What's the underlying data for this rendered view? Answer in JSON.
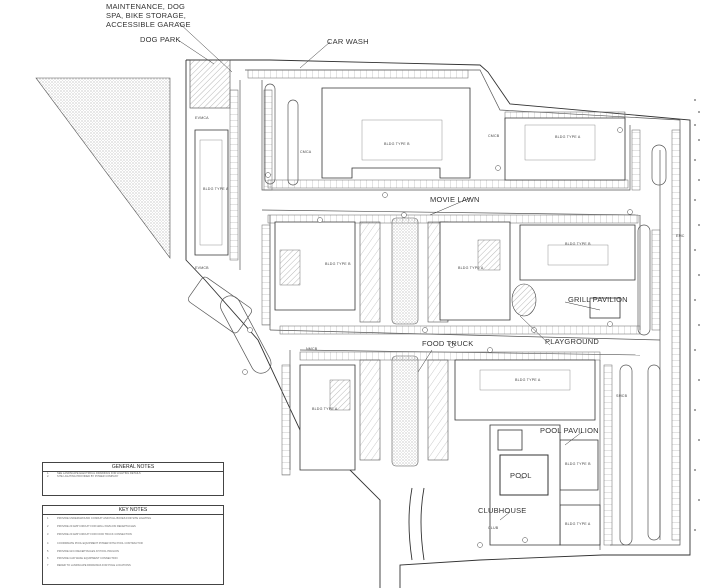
{
  "labels": {
    "maintenance": [
      "MAINTENANCE, DOG",
      "SPA, BIKE STORAGE,",
      "ACCESSIBLE GARAGE"
    ],
    "dog_park": "DOG PARK",
    "car_wash": "CAR WASH",
    "movie_lawn": "MOVIE LAWN",
    "grill_pavilion": "GRILL PAVILION",
    "food_truck": "FOOD TRUCK",
    "playground": "PLAYGROUND",
    "pool_pavilion": "POOL PAVILION",
    "pool": "POOL",
    "clubhouse": "CLUBHOUSE"
  },
  "general_notes": {
    "title": "GENERAL NOTES",
    "lines": [
      "SEE LANDSCAPE ELECTRICAL DRAWINGS FOR LIGHTING DETAILS",
      "SITE LIGHTING PROVIDED BY POWER COMPANY"
    ]
  },
  "key_notes": {
    "title": "KEY NOTES",
    "lines": [
      "PROVIDE UNDERGROUND CONDUIT AND PULL BOXES FOR SITE LIGHTING",
      "PROVIDE 20 AMP CIRCUIT FOR GRILL PAVILION RECEPTACLES",
      "PROVIDE 20 AMP CIRCUIT FOR FOOD TRUCK CONNECTION",
      "COORDINATE POOL EQUIPMENT POWER WITH POOL CONTRACTOR",
      "PROVIDE GFCI RECEPTACLES AT POOL PAVILION",
      "PROVIDE CAR WASH EQUIPMENT CONNECTION",
      "REFER TO LANDSCAPE DRAWINGS FOR POLE LOCATIONS"
    ]
  },
  "buildings": [
    {
      "id": "bldg-a",
      "text": "BLDG TYPE A"
    },
    {
      "id": "bldg-b",
      "text": "BLDG TYPE B"
    },
    {
      "id": "bldg-c",
      "text": "BLDG TYPE A"
    },
    {
      "id": "bldg-d",
      "text": "BLDG TYPE B"
    },
    {
      "id": "bldg-e",
      "text": "BLDG TYPE A"
    },
    {
      "id": "bldg-f",
      "text": "BLDG TYPE B"
    },
    {
      "id": "bldg-g",
      "text": "BLDG TYPE A"
    },
    {
      "id": "bldg-h",
      "text": "BLDG TYPE A"
    },
    {
      "id": "bldg-i",
      "text": "BLDG TYPE B"
    },
    {
      "id": "bldg-j",
      "text": "BLDG TYPE A"
    }
  ],
  "small_tags": [
    "EVMCA",
    "CMCA",
    "CMCB",
    "EVMCB",
    "NMCB",
    "EMC",
    "SMCB",
    "CLUB"
  ]
}
